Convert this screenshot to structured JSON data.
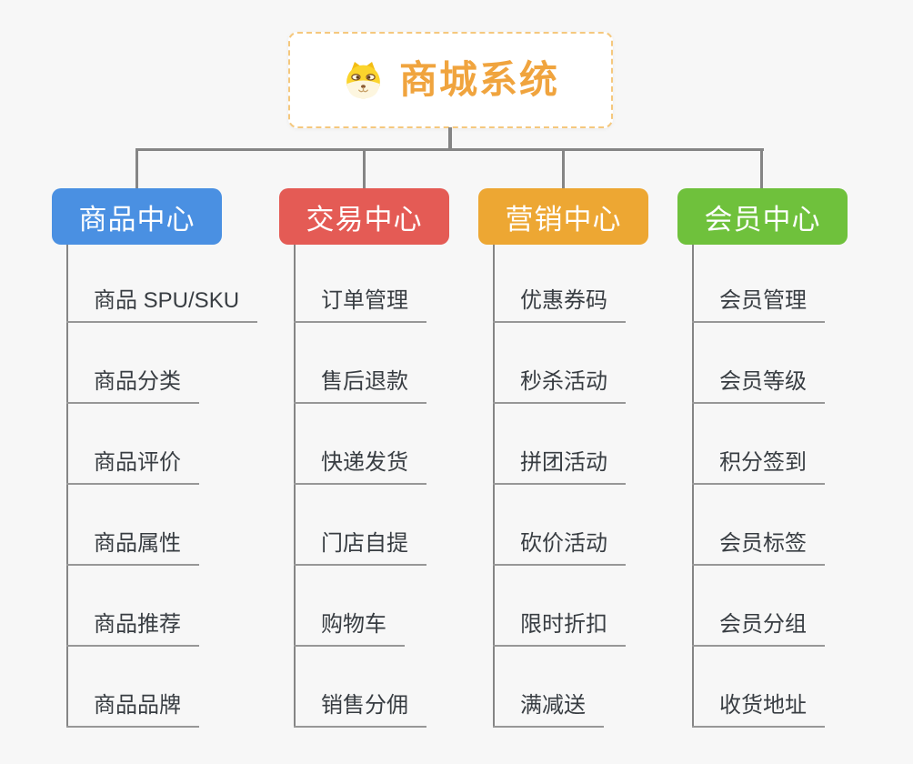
{
  "root": {
    "title": "商城系统",
    "icon": "dog-face-icon"
  },
  "branches": [
    {
      "id": "product-center",
      "label": "商品中心",
      "color": "#4A90E2",
      "children": [
        "商品 SPU/SKU",
        "商品分类",
        "商品评价",
        "商品属性",
        "商品推荐",
        "商品品牌"
      ]
    },
    {
      "id": "trade-center",
      "label": "交易中心",
      "color": "#E45B55",
      "children": [
        "订单管理",
        "售后退款",
        "快递发货",
        "门店自提",
        "购物车",
        "销售分佣"
      ]
    },
    {
      "id": "marketing-center",
      "label": "营销中心",
      "color": "#EDA733",
      "children": [
        "优惠券码",
        "秒杀活动",
        "拼团活动",
        "砍价活动",
        "限时折扣",
        "满减送"
      ]
    },
    {
      "id": "member-center",
      "label": "会员中心",
      "color": "#6FC13C",
      "children": [
        "会员管理",
        "会员等级",
        "积分签到",
        "会员标签",
        "会员分组",
        "收货地址"
      ]
    }
  ],
  "colors": {
    "background": "#F7F7F7",
    "connector": "#858585",
    "underline": "#979797",
    "item_text": "#383D42",
    "root_text": "#F0A43E",
    "root_border": "#F5C87E"
  }
}
